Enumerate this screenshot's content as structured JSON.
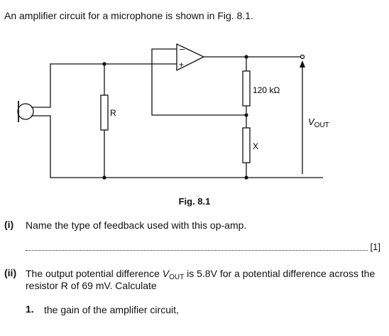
{
  "intro": "An amplifier circuit for a microphone is shown in Fig. 8.1.",
  "figure": {
    "caption": "Fig. 8.1",
    "resistor_feedback_label": "120 kΩ",
    "resistor_r_label": "R",
    "resistor_x_label": "X",
    "vout_symbol": "V",
    "vout_subscript": "OUT",
    "opamp_minus": "–",
    "opamp_plus": "+"
  },
  "questions": {
    "i": {
      "label": "(i)",
      "text": "Name the type of feedback used with this op-amp.",
      "marks": "[1]"
    },
    "ii": {
      "label": "(ii)",
      "text_pre": "The output potential difference ",
      "vout_symbol": "V",
      "vout_subscript": "OUT",
      "text_mid": " is 5.8V for a potential difference across the",
      "text_line2": "resistor R of 69 mV.  Calculate",
      "parts": [
        {
          "label": "1.",
          "text": "the gain of the amplifier circuit,"
        }
      ]
    }
  }
}
